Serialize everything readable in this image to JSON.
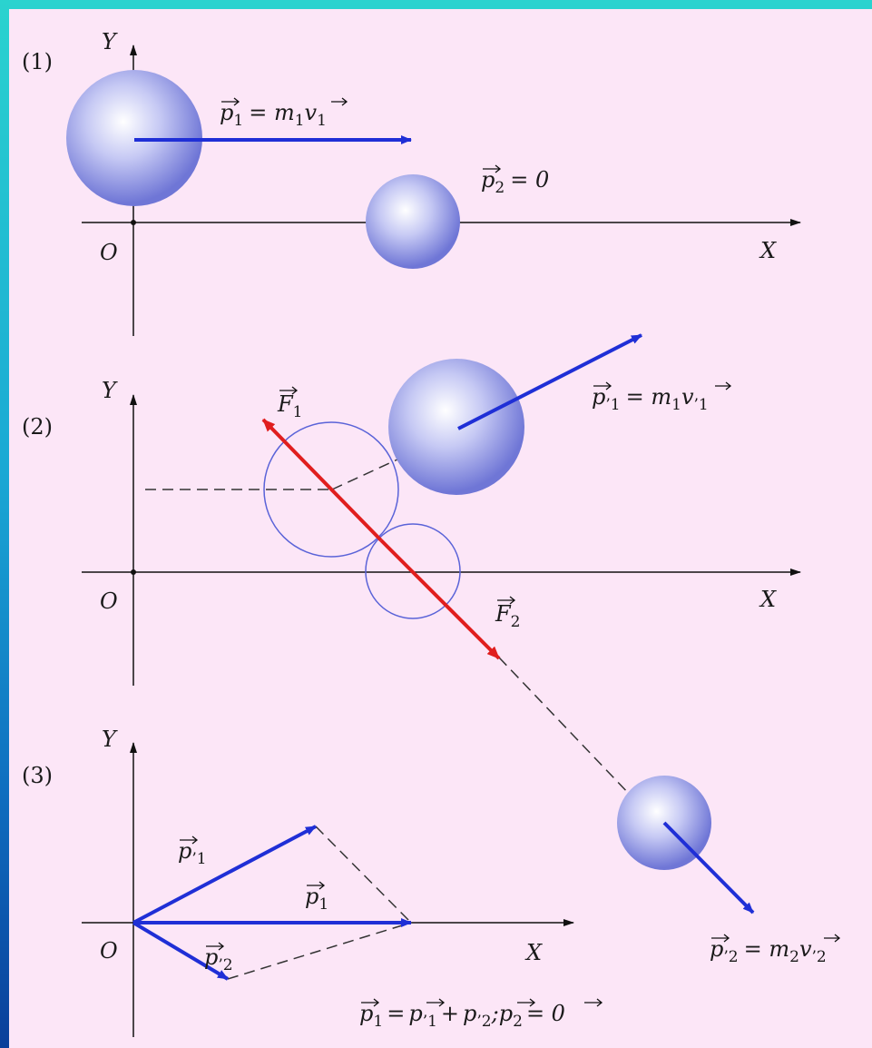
{
  "panels": [
    {
      "label": "(1)",
      "axis_y": "Y",
      "axis_x": "X",
      "origin": "O",
      "p1_label": {
        "vec": "p",
        "sub": "1",
        "rhs": "= m",
        "rhs_sub": "1",
        "rhs_vec": "v",
        "rhs_sub2": "1"
      },
      "p2_label": {
        "vec": "p",
        "sub": "2",
        "rhs": "= 0"
      }
    },
    {
      "label": "(2)",
      "axis_y": "Y",
      "axis_x": "X",
      "origin": "O",
      "f1_label": {
        "vec": "F",
        "sub": "1"
      },
      "f2_label": {
        "vec": "F",
        "sub": "2"
      },
      "p1p_label": {
        "vec": "p",
        "sub": "’1",
        "rhs": "= m",
        "rhs_sub": "1",
        "rhs_vec": "v",
        "rhs_sub2": "’1"
      }
    },
    {
      "label": "(3)",
      "axis_y": "Y",
      "axis_x": "X",
      "origin": "O",
      "p1p_label": {
        "vec": "p",
        "sub": "’1"
      },
      "p1_label": {
        "vec": "p",
        "sub": "1"
      },
      "p2p_label": {
        "vec": "p",
        "sub": "’2"
      },
      "p2p_result": {
        "vec": "p",
        "sub": "’2",
        "rhs": "= m",
        "rhs_sub": "2",
        "rhs_vec": "v",
        "rhs_sub2": "’2"
      },
      "equation": {
        "a": "p",
        "a_sub": "1",
        "eq": "=",
        "b": "p",
        "b_sub": "’1",
        "plus": "+",
        "c": "p",
        "c_sub": "’2",
        "sep": ";",
        "d": "p",
        "d_sub": "2",
        "tail": "= 0"
      }
    }
  ],
  "colors": {
    "background": "#fce6f7",
    "frame": "#1aa8d4",
    "momentum_arrow": "#1f2fd6",
    "force_arrow": "#e01e1e",
    "ball_outline": "#5a63d8",
    "dashed": "#333333"
  }
}
